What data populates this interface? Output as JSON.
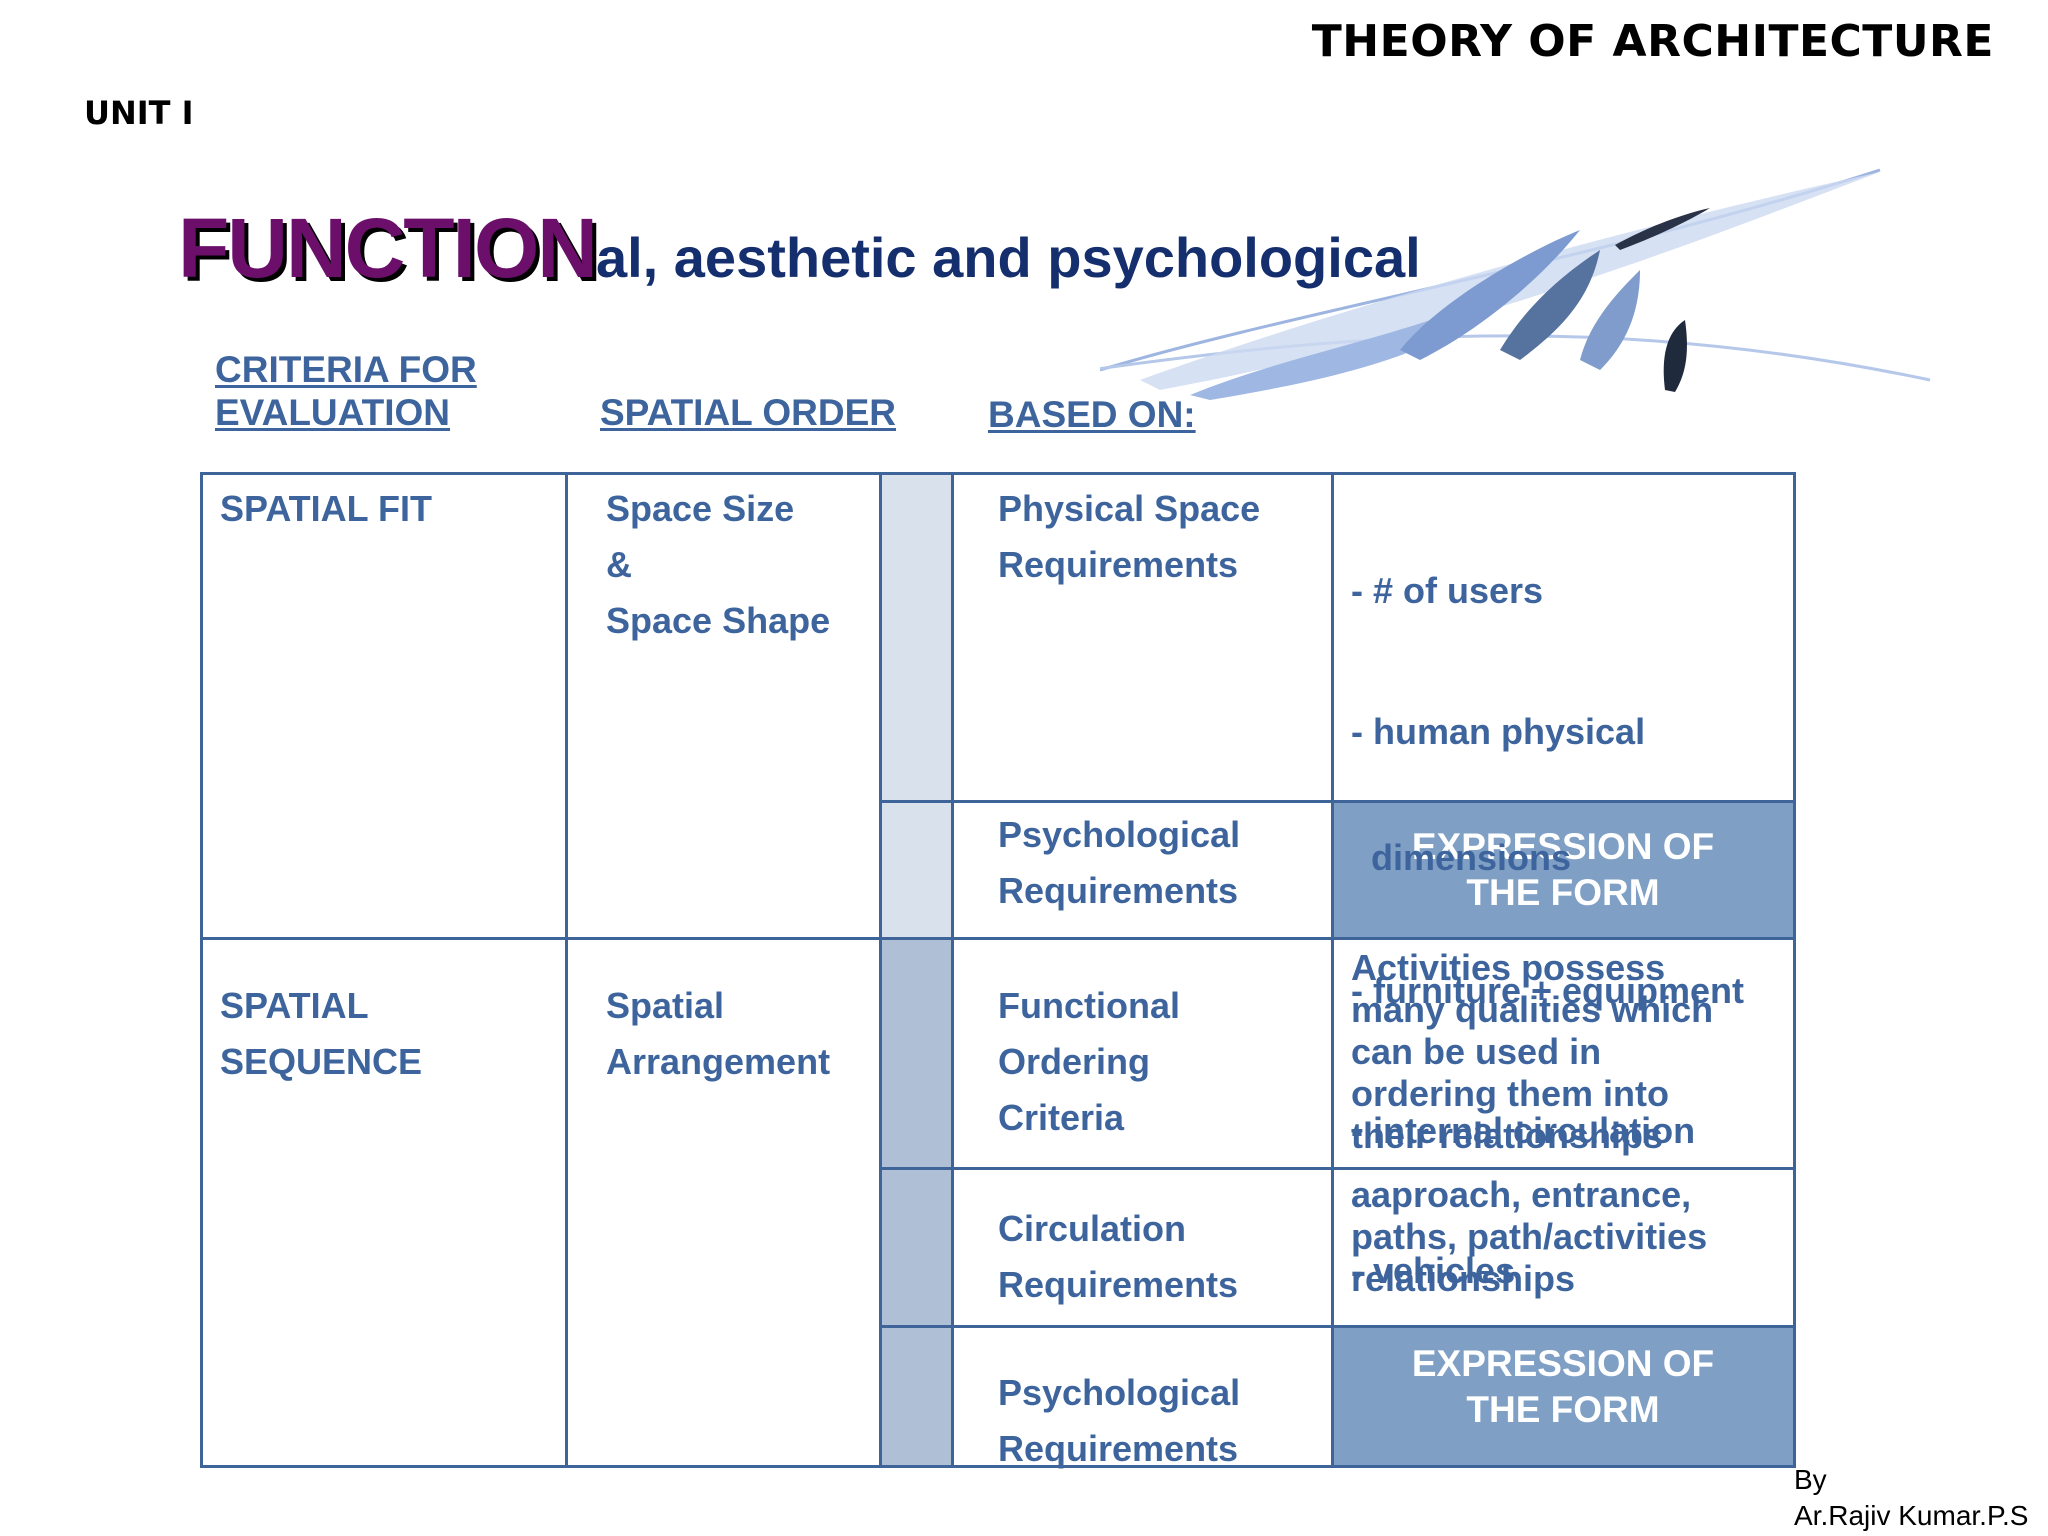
{
  "header": {
    "course_title": "THEORY OF ARCHITECTURE",
    "unit": "UNIT I"
  },
  "slide": {
    "headline_emphasis": "FUNCTION",
    "headline_rest": "al, aesthetic and psychological"
  },
  "columns": {
    "criteria_line1": "CRITERIA FOR",
    "criteria_line2": "EVALUATION",
    "spatial_order": "SPATIAL ORDER",
    "based_on": "BASED ON:"
  },
  "rows": {
    "spatial_fit": {
      "criteria": "SPATIAL FIT",
      "order": [
        "Space Size",
        "&",
        "Space Shape"
      ],
      "physical": {
        "basis": [
          "Physical Space",
          "Requirements"
        ],
        "details": [
          "- # of users",
          "- human physical",
          "  dimensions",
          "- furniture + equipment",
          "- internal circulation",
          "- vehicles"
        ]
      },
      "psychological": {
        "basis": [
          "Psychological",
          "Requirements"
        ],
        "expression": [
          "EXPRESSION OF",
          "THE FORM"
        ]
      }
    },
    "spatial_sequence": {
      "criteria": [
        "SPATIAL",
        "SEQUENCE"
      ],
      "order": [
        "Spatial",
        "Arrangement"
      ],
      "functional": {
        "basis": [
          "Functional",
          "Ordering",
          "Criteria"
        ],
        "details": [
          "Activities possess",
          "many qualities which",
          "can be used in",
          "ordering them into",
          "their relationships"
        ]
      },
      "circulation": {
        "basis": [
          "Circulation",
          "Requirements"
        ],
        "details": [
          "aaproach, entrance,",
          "paths, path/activities",
          "relationships"
        ]
      },
      "psychological": {
        "basis": [
          "Psychological",
          "Requirements"
        ],
        "expression": [
          "EXPRESSION OF",
          "THE FORM"
        ]
      }
    }
  },
  "footer": {
    "by": "By",
    "author": "Ar.Rajiv Kumar.P.S"
  }
}
